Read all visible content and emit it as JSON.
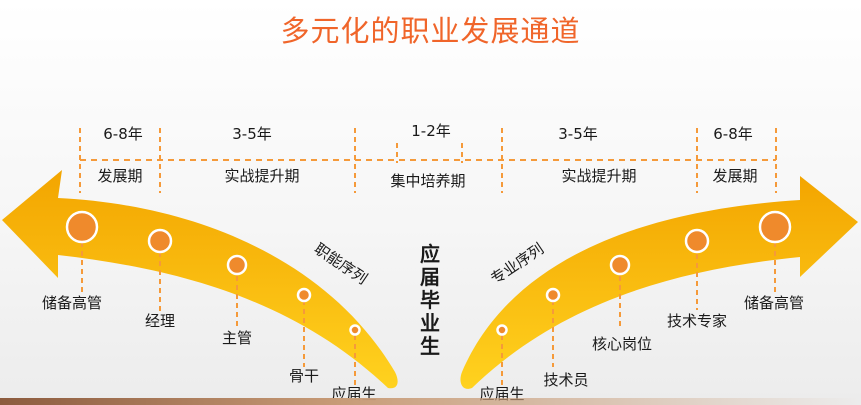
{
  "title": "多元化的职业发展通道",
  "colors": {
    "title": "#f0652a",
    "dash": "#f59a3a",
    "arrow_dark": "#f3a500",
    "arrow_light": "#ffd21f",
    "dot": "#ef8a2c",
    "text": "#1a1a1a"
  },
  "phases": [
    {
      "duration": "6-8年",
      "label": "发展期"
    },
    {
      "duration": "3-5年",
      "label": "实战提升期"
    },
    {
      "duration": "1-2年",
      "label": "集中培养期"
    },
    {
      "duration": "3-5年",
      "label": "实战提升期"
    },
    {
      "duration": "6-8年",
      "label": "发展期"
    }
  ],
  "center_label": "应届毕业生",
  "management_track": {
    "name": "职能序列",
    "levels": [
      "储备高管",
      "经理",
      "主管",
      "骨干",
      "应届生"
    ]
  },
  "professional_track": {
    "name": "专业序列",
    "levels": [
      "储备高管",
      "技术专家",
      "核心岗位",
      "技术员",
      "应届生"
    ]
  }
}
